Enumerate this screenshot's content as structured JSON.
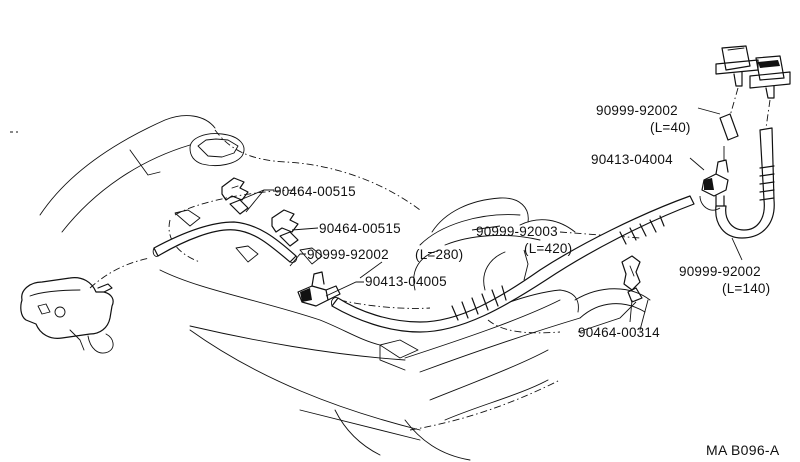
{
  "labels": {
    "clip_upper": "90464-00515",
    "clip_middle": "90464-00515",
    "hose_left_part": "90999-92002",
    "hose_left_length": "(L=280)",
    "tee_left": "90413-04005",
    "hose_center_part": "90999-92003",
    "hose_center_length": "(L=420)",
    "clip_right": "90464-00314",
    "hose_top_part": "90999-92002",
    "hose_top_length": "(L=40)",
    "tee_right": "90413-04004",
    "hose_right_part": "90999-92002",
    "hose_right_length": "(L=140)"
  },
  "reference_code": "MA B096-A"
}
